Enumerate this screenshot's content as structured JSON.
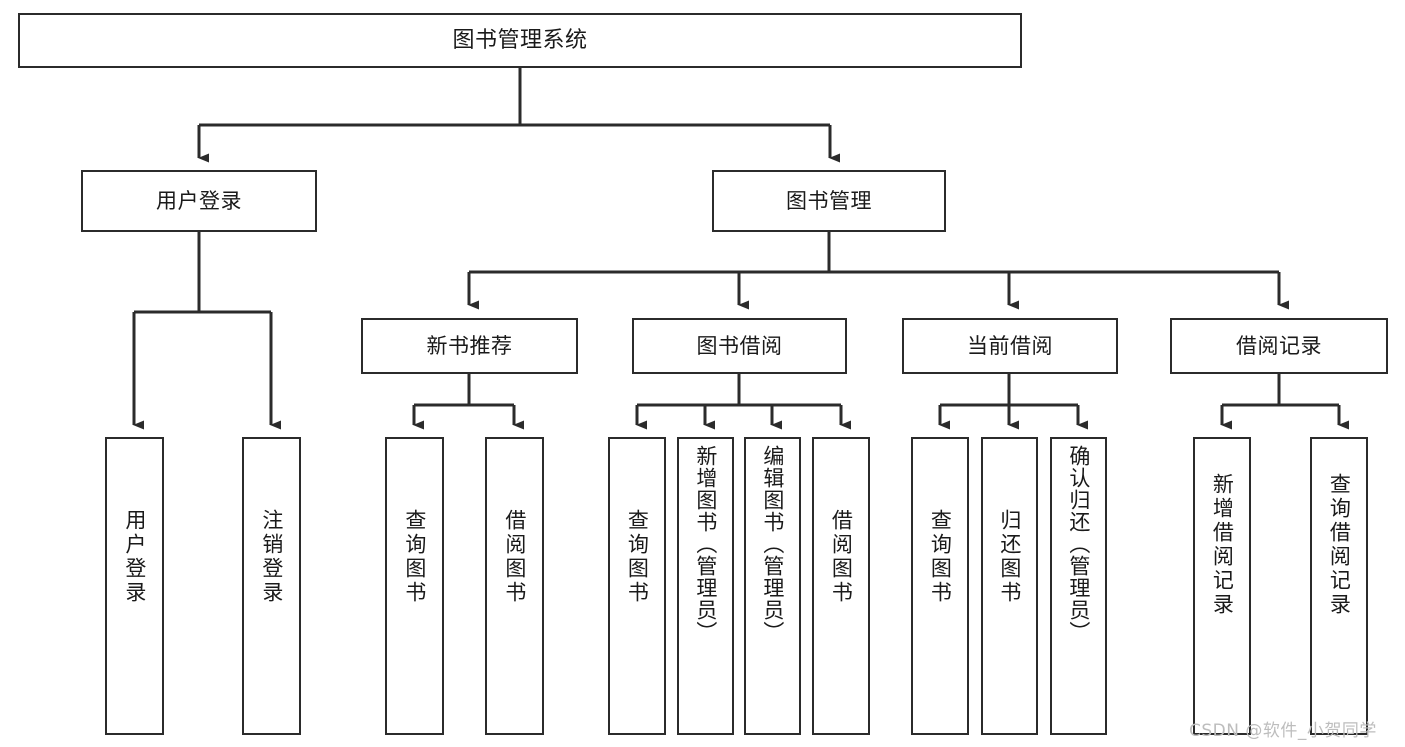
{
  "diagram": {
    "type": "hierarchy-tree",
    "title": "图书管理系统",
    "watermark": "CSDN @软件_小贺同学",
    "colors": {
      "box_border": "#2b2b2b",
      "box_fill": "#ffffff",
      "connector": "#2b2b2b",
      "text": "#1a1a1a",
      "watermark": "#bdbdbd"
    },
    "nodes": {
      "root": {
        "label": "图书管理系统"
      },
      "level2": [
        {
          "id": "user-login",
          "label": "用户登录"
        },
        {
          "id": "book-manage",
          "label": "图书管理"
        }
      ],
      "level3": [
        {
          "id": "new-book-recommend",
          "label": "新书推荐"
        },
        {
          "id": "book-borrow",
          "label": "图书借阅"
        },
        {
          "id": "current-borrow",
          "label": "当前借阅"
        },
        {
          "id": "borrow-record",
          "label": "借阅记录"
        }
      ],
      "leaves": {
        "user-login": [
          {
            "id": "leaf-user-login",
            "label": "用户登录"
          },
          {
            "id": "leaf-logout-login",
            "label": "注销登录"
          }
        ],
        "new-book-recommend": [
          {
            "id": "leaf-query-book-1",
            "label": "查询图书"
          },
          {
            "id": "leaf-borrow-book-1",
            "label": "借阅图书"
          }
        ],
        "book-borrow": [
          {
            "id": "leaf-query-book-2",
            "label": "查询图书"
          },
          {
            "id": "leaf-add-book",
            "label": "新增图书（管理员）"
          },
          {
            "id": "leaf-edit-book",
            "label": "编辑图书（管理员）"
          },
          {
            "id": "leaf-borrow-book-2",
            "label": "借阅图书"
          }
        ],
        "current-borrow": [
          {
            "id": "leaf-query-book-3",
            "label": "查询图书"
          },
          {
            "id": "leaf-return-book",
            "label": "归还图书"
          },
          {
            "id": "leaf-confirm-return",
            "label": "确认归还（管理员）"
          }
        ],
        "borrow-record": [
          {
            "id": "leaf-add-record",
            "label": "新增借阅记录"
          },
          {
            "id": "leaf-query-record",
            "label": "查询借阅记录"
          }
        ]
      }
    }
  }
}
